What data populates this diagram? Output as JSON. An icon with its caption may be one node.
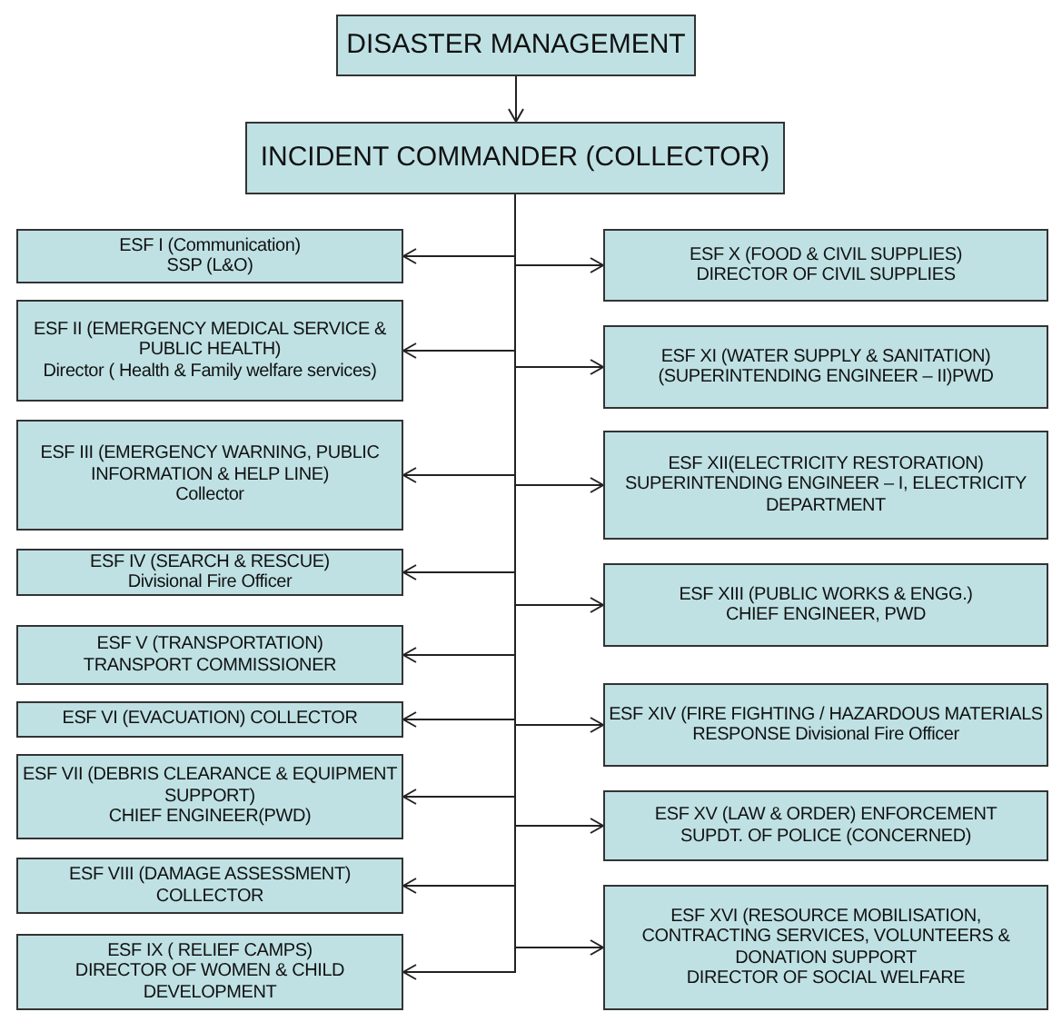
{
  "diagram": {
    "nodes": [
      {
        "text": [
          "DISASTER MANAGEMENT"
        ]
      },
      {
        "text": [
          "INCIDENT COMMANDER (COLLECTOR)"
        ]
      },
      {
        "text": [
          "ESF I (Communication)",
          "SSP (L&O)"
        ]
      },
      {
        "text": [
          "ESF II (EMERGENCY MEDICAL SERVICE & PUBLIC HEALTH)",
          "Director ( Health & Family welfare services)"
        ]
      },
      {
        "text": [
          "ESF III (EMERGENCY WARNING, PUBLIC INFORMATION & HELP LINE)",
          "Collector"
        ]
      },
      {
        "text": [
          "ESF IV (SEARCH & RESCUE)",
          "Divisional Fire Officer"
        ]
      },
      {
        "text": [
          "ESF V (TRANSPORTATION)",
          "TRANSPORT COMMISSIONER"
        ]
      },
      {
        "text": [
          "ESF VI (EVACUATION) COLLECTOR"
        ]
      },
      {
        "text": [
          "ESF VII (DEBRIS CLEARANCE & EQUIPMENT SUPPORT)",
          "CHIEF ENGINEER(PWD)"
        ]
      },
      {
        "text": [
          "ESF VIII (DAMAGE ASSESSMENT)",
          "COLLECTOR"
        ]
      },
      {
        "text": [
          "ESF IX ( RELIEF CAMPS)",
          "DIRECTOR OF WOMEN & CHILD DEVELOPMENT"
        ]
      },
      {
        "text": [
          "ESF X (FOOD & CIVIL SUPPLIES)",
          "DIRECTOR OF CIVIL SUPPLIES"
        ]
      },
      {
        "text": [
          "ESF XI (WATER SUPPLY & SANITATION)",
          "(SUPERINTENDING ENGINEER – II)PWD"
        ]
      },
      {
        "text": [
          "ESF XII(ELECTRICITY RESTORATION)",
          "SUPERINTENDING ENGINEER – I, ELECTRICITY DEPARTMENT"
        ]
      },
      {
        "text": [
          "ESF XIII (PUBLIC WORKS & ENGG.)",
          "CHIEF ENGINEER, PWD"
        ]
      },
      {
        "text": [
          "ESF XIV (FIRE FIGHTING / HAZARDOUS MATERIALS RESPONSE Divisional Fire Officer"
        ]
      },
      {
        "text": [
          "ESF XV (LAW & ORDER) ENFORCEMENT",
          "SUPDT. OF POLICE (CONCERNED)"
        ]
      },
      {
        "text": [
          "ESF XVI (RESOURCE MOBILISATION, CONTRACTING SERVICES, VOLUNTEERS & DONATION SUPPORT",
          "DIRECTOR OF SOCIAL WELFARE"
        ]
      }
    ],
    "edges": [
      {
        "from": 0,
        "to": 1,
        "arrow": "to"
      },
      {
        "from": 1,
        "to": 2,
        "arrow": "to"
      },
      {
        "from": 1,
        "to": 3,
        "arrow": "to"
      },
      {
        "from": 1,
        "to": 4,
        "arrow": "to"
      },
      {
        "from": 1,
        "to": 5,
        "arrow": "to"
      },
      {
        "from": 1,
        "to": 6,
        "arrow": "to"
      },
      {
        "from": 1,
        "to": 7,
        "arrow": "to"
      },
      {
        "from": 1,
        "to": 8,
        "arrow": "to"
      },
      {
        "from": 1,
        "to": 9,
        "arrow": "to"
      },
      {
        "from": 1,
        "to": 10,
        "arrow": "to"
      },
      {
        "from": 1,
        "to": 11,
        "arrow": "to"
      },
      {
        "from": 1,
        "to": 12,
        "arrow": "to"
      },
      {
        "from": 1,
        "to": 13,
        "arrow": "to"
      },
      {
        "from": 1,
        "to": 14,
        "arrow": "to"
      },
      {
        "from": 1,
        "to": 15,
        "arrow": "to"
      },
      {
        "from": 1,
        "to": 16,
        "arrow": "to"
      },
      {
        "from": 1,
        "to": 17,
        "arrow": "to"
      }
    ]
  }
}
